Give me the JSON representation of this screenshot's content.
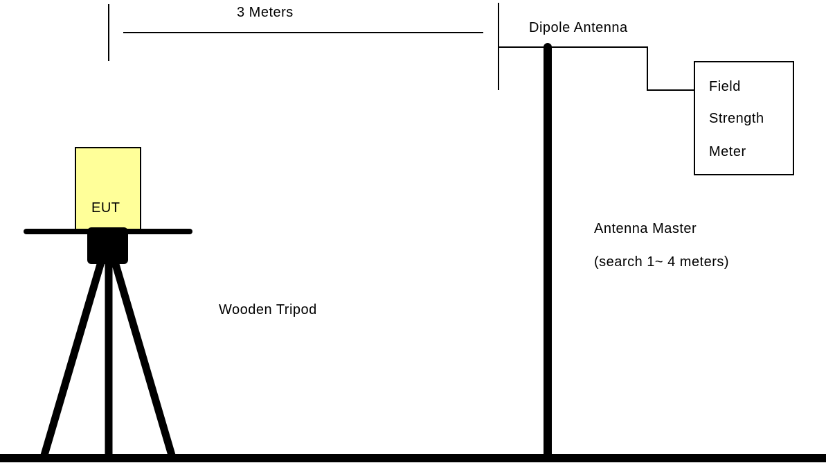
{
  "labels": {
    "distance": "3 Meters",
    "antenna": "Dipole Antenna",
    "meter_line1": "Field",
    "meter_line2": "Strength",
    "meter_line3": "Meter",
    "eut": "EUT",
    "mast_line1": "Antenna Master",
    "mast_line2": "(search 1~ 4 meters)",
    "tripod": "Wooden Tripod"
  },
  "colors": {
    "eut_fill": "#ffff99",
    "stroke": "#000000",
    "background": "#ffffff"
  }
}
